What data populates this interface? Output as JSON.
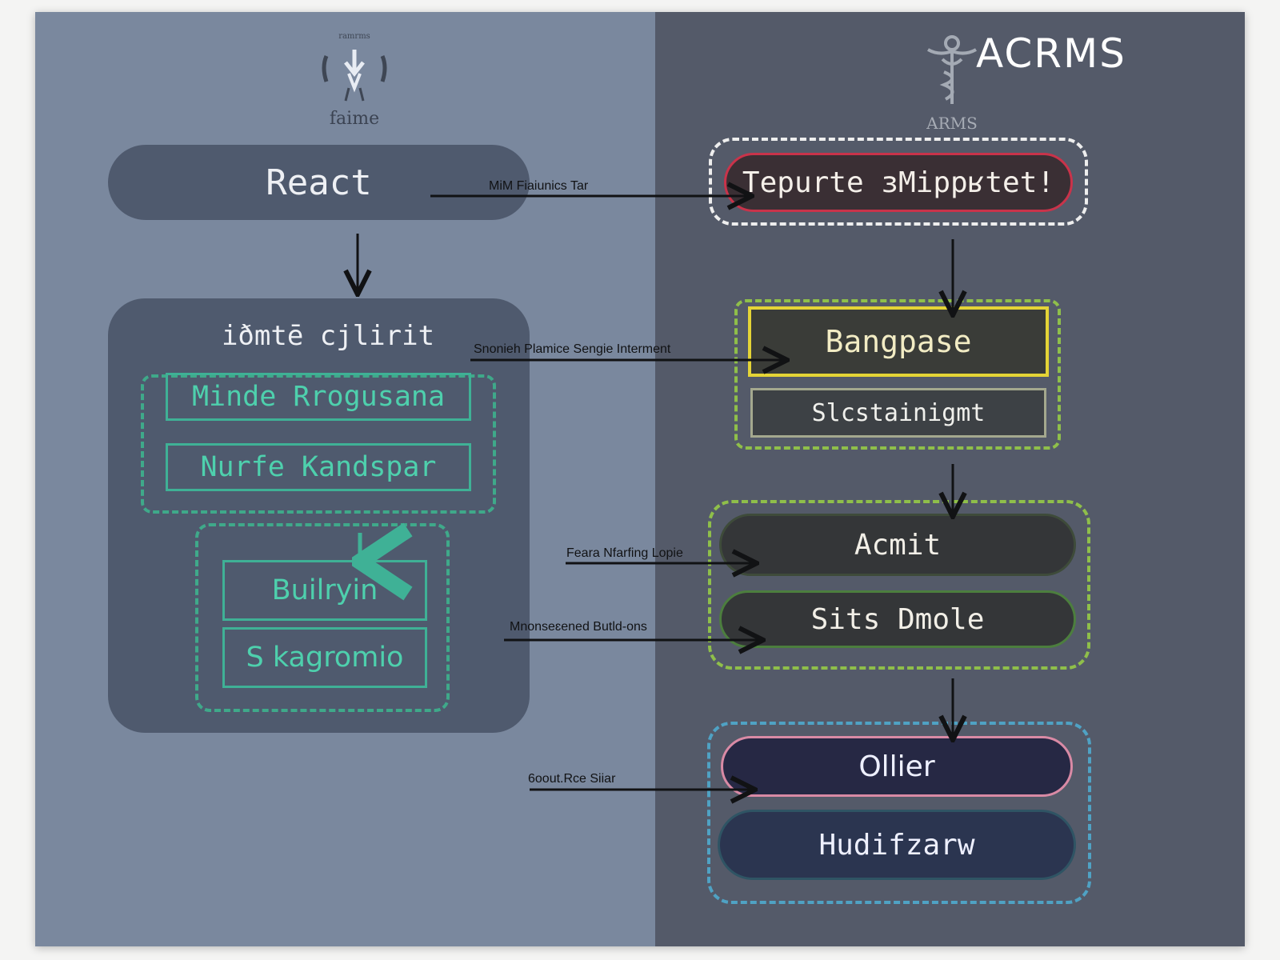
{
  "header": {
    "brand_title": "ACRMS",
    "left_logo": {
      "icon": "figure-emblem-icon",
      "caption": "faime",
      "top_text": "ramrms"
    },
    "right_logo": {
      "icon": "caduceus-emblem-icon",
      "caption": "ARMS"
    }
  },
  "left": {
    "react": "React",
    "client_title": "iðmtē cjlirit",
    "module_1": "Minde Rrogusana",
    "module_2": "Nurfe Kandspar",
    "module_3": "Builryin",
    "module_4": "S kagromio"
  },
  "right": {
    "template": "Tepurte ɜMippʁtet!",
    "database": "Bangpase",
    "storage": "Slcstainigmt",
    "acmit": "Acmit",
    "sits": "Sits Dmole",
    "client": "Ollier",
    "hardware": "Hudifzarw"
  },
  "edges": {
    "label_1": "MiM Fiaiunics Tar",
    "label_2": "Snonieh Plamice Sengie Interment",
    "label_3": "Feara Nfarfing Lopie",
    "label_4": "Mnonseɛened Butld-ons",
    "label_5": "6oout.Rce Siiar"
  },
  "colors": {
    "left_bg": "#7a889e",
    "right_bg": "#545a69",
    "teal_accent": "#3fb196",
    "gold_accent": "#e4d436",
    "red_accent": "#c9334a",
    "green_dash": "#8fbf4a",
    "blue_dash": "#4fa2c4",
    "pink_accent": "#d98aa5"
  }
}
